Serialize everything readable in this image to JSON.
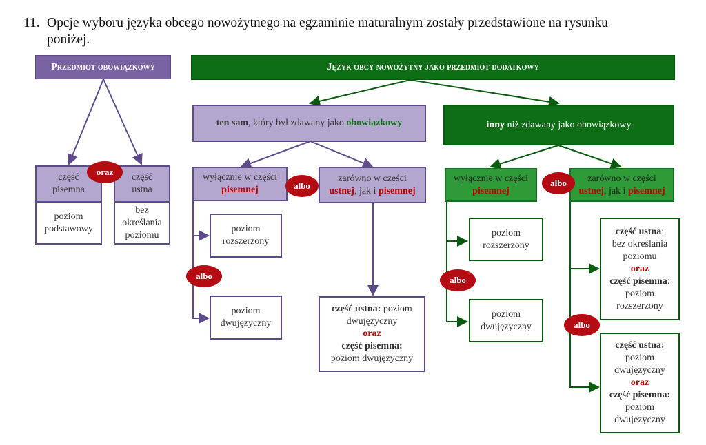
{
  "question": {
    "number": "11.",
    "line1": "Opcje wyboru języka obcego nowożytnego na egzaminie maturalnym zostały przedstawione na rysunku",
    "line2": "poniżej."
  },
  "left": {
    "header": "Przedmiot obowiązkowy",
    "written_head_1": "część",
    "written_head_2": "pisemna",
    "oral_head_1": "część",
    "oral_head_2": "ustna",
    "written_level_1": "poziom",
    "written_level_2": "podstawowy",
    "oral_level_1": "bez",
    "oral_level_2": "określania",
    "oral_level_3": "poziomu",
    "oraz": "oraz"
  },
  "right": {
    "header": "Język obcy nowożytny jako przedmiot dodatkowy",
    "same_bold": "ten sam",
    "same_mid": ", który był zdawany jako ",
    "same_green": "obowiązkowy",
    "other_bold": "inny",
    "other_rest": " niż zdawany jako obowiązkowy",
    "p_only_1": "wyłącznie w części",
    "p_only_2": "pisemnej",
    "p_both_1": "zarówno w części",
    "p_both_2a": "ustnej",
    "p_both_2b": ", jak i ",
    "p_both_2c": "pisemnej",
    "g_only_1": "wyłącznie w części",
    "g_only_2": "pisemnej",
    "g_both_1": "zarówno w części",
    "g_both_2a": "ustnej",
    "g_both_2b": ", jak i ",
    "g_both_2c": "pisemnej",
    "albo": "albo",
    "oraz": "oraz",
    "ext_1": "poziom",
    "ext_2": "rozszerzony",
    "bil_1": "poziom",
    "bil_2": "dwujęzyczny",
    "p_combo": {
      "l1a": "część ustna:",
      "l1b": " poziom",
      "l2": "dwujęzyczny",
      "l3": "oraz",
      "l4": "część pisemna:",
      "l5": "poziom dwujęzyczny"
    },
    "g_combo1": {
      "l1a": "część ustna",
      "l1b": ":",
      "l2": "bez określania",
      "l3": "poziomu",
      "l4": "oraz",
      "l5a": "część  pisemna",
      "l5b": ":",
      "l6": "poziom",
      "l7": "rozszerzony"
    },
    "g_combo2": {
      "l1": "część ustna:",
      "l2": "poziom",
      "l3": "dwujęzyczny",
      "l4": "oraz",
      "l5": "część pisemna:",
      "l6": "poziom",
      "l7": "dwujęzyczny"
    }
  },
  "colors": {
    "purple_dark": "#7a63a3",
    "purple_light": "#b4a7cf",
    "green_dark": "#0e6e16",
    "green_light": "#2f9b38",
    "badge_red": "#b40c12"
  }
}
